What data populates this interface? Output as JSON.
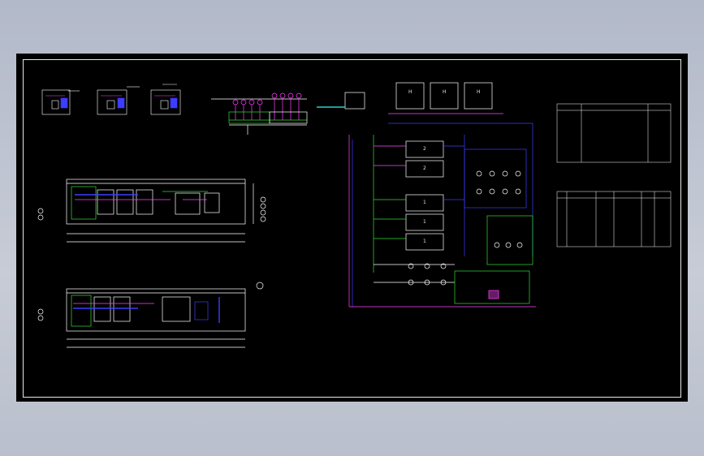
{
  "drawing": {
    "detail_captions": [
      "",
      "",
      ""
    ],
    "plan1_title": "",
    "plan2_title": "",
    "schematic_title": "",
    "table1_title": "",
    "table2_title": "",
    "tower_labels": [
      "H",
      "H",
      "H"
    ],
    "tank_labels": [
      "2",
      "2",
      "1",
      "1",
      "1"
    ]
  },
  "colors": {
    "background": "#000000",
    "line": "#ffffff",
    "pipe_blue": "#3d3dff",
    "pipe_magenta": "#ff44ff",
    "pipe_green": "#33dd33",
    "accent_cyan": "#33cccc"
  }
}
